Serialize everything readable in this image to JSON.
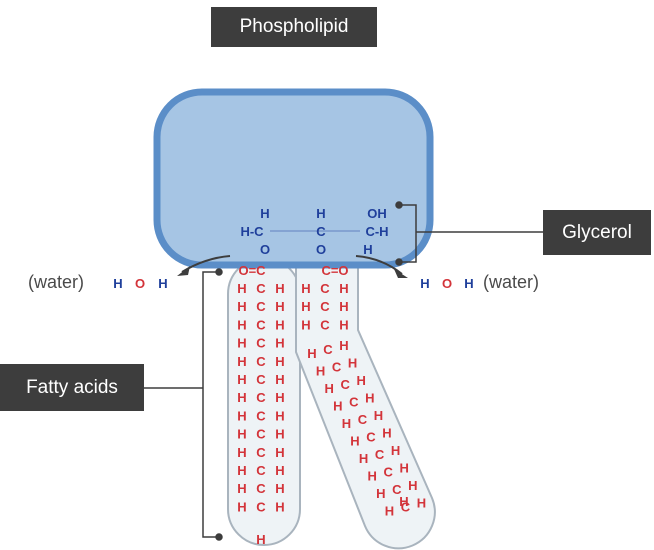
{
  "title": "Phospholipid",
  "labels": {
    "glycerol": "Glycerol",
    "fatty_acids": "Fatty acids",
    "water_left": "(water)",
    "water_right": "(water)"
  },
  "water_molecule": {
    "atoms": [
      "H",
      "O",
      "H"
    ]
  },
  "glycerol": {
    "columns": [
      [
        "H",
        "H-C",
        "O"
      ],
      [
        "H",
        "C",
        "O"
      ],
      [
        "OH",
        "C-H",
        "H"
      ]
    ]
  },
  "fatty_acid_chain": {
    "top_left": "O=C",
    "top_right": "C=O",
    "repeat_unit": [
      "H",
      "C",
      "H"
    ],
    "terminal": "H"
  },
  "colors": {
    "head_fill": "#a6c5e4",
    "head_stroke": "#5b8ec8",
    "tail_fill": "#eef3f6",
    "tail_stroke": "#a9b4be",
    "glycerol_atoms": "#1f3f9b",
    "fatty_atoms": "#d3343a",
    "label_bg": "#3d3d3d"
  }
}
